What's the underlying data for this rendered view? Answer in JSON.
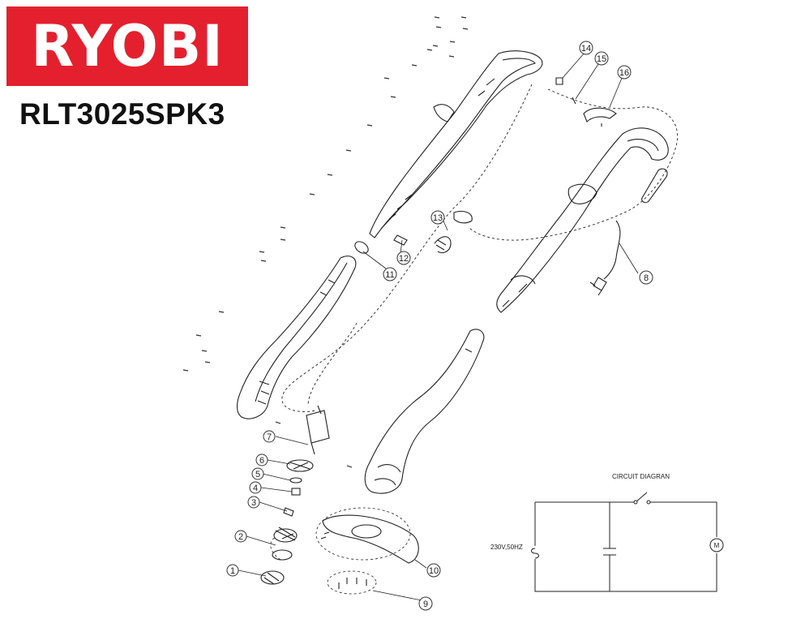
{
  "brand": {
    "logo_text": "RYOBI",
    "logo_bg": "#e4202e",
    "logo_fg": "#ffffff"
  },
  "model": "RLT3025SPK3",
  "callouts": [
    "1",
    "2",
    "3",
    "4",
    "5",
    "6",
    "7",
    "8",
    "9",
    "10",
    "11",
    "12",
    "13",
    "14",
    "15",
    "16"
  ],
  "circuit": {
    "title": "CIRCUIT DIAGRAN",
    "supply_label": "230V,50HZ",
    "motor_label": "M"
  }
}
